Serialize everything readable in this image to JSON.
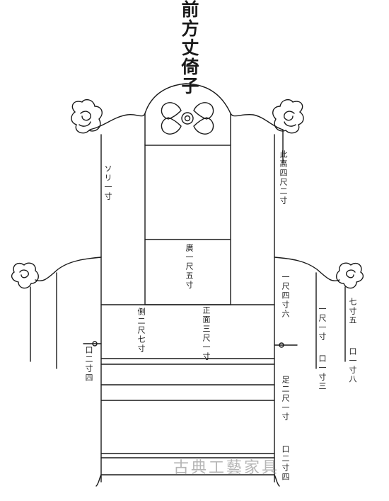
{
  "title": "前方丈倚子",
  "labels": {
    "curve_depth": "ソリ一寸",
    "total_height": "此高四尺二寸",
    "back_width": "廣一尺五寸",
    "arm_height": "一尺四寸六",
    "side_depth": "側二尺七寸",
    "front_width": "正面三尺一寸",
    "left_post": "口二寸四",
    "seat_height": "足二尺一寸",
    "leg_size": "口二寸四",
    "outer_height": "一尺一寸",
    "outer_section": "口一寸三",
    "ear_length": "七寸五",
    "ear_section": "口一寸八"
  },
  "watermark": "古典工藝家具",
  "colors": {
    "ink": "#1a1a1a",
    "paper": "#ffffff",
    "watermark": "#8a8a8a"
  }
}
